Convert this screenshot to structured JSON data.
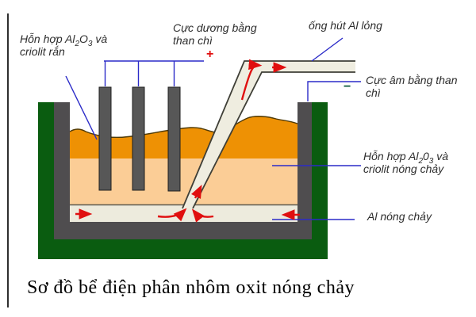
{
  "colors": {
    "shell_green": "#0a5c10",
    "lining_gray": "#4f4d4f",
    "crust_orange": "#ee9104",
    "crust_outline": "#4f3a06",
    "molten_mixture_peach": "#fbcd96",
    "molten_al_cream": "#edebdd",
    "molten_al_top_line": "#5d5b50",
    "tube_fill": "#efede0",
    "tube_outline": "#3f3f37",
    "electrode_gray": "#575757",
    "electrode_outline": "#1f1f1f",
    "annotation_blue": "#2b2bc8",
    "arrow_red": "#e00f0f",
    "minus_green": "#0d5c3e",
    "label_text": "#2d2d2d",
    "caption_text": "#000000"
  },
  "labels": {
    "solid_mixture": {
      "l1a": "Hỗn hợp Al",
      "l1sub1": "2",
      "l1b": "O",
      "l1sub2": "3",
      "l1c": " và",
      "line2": "criolit rắn"
    },
    "anode": {
      "line1": "Cực dương bằng",
      "line2": "than chì",
      "plus": "+"
    },
    "suction_tube": {
      "text": "ống hút Al lỏng"
    },
    "cathode": {
      "line1": "Cực âm bằng than",
      "line2": "chì",
      "minus": "−"
    },
    "molten_mixture": {
      "l1a": "Hỗn hợp Al",
      "l1sub1": "2",
      "l1b": "0",
      "l1sub2": "3",
      "l1c": " và",
      "line2": "criolit nóng chảy"
    },
    "molten_al": {
      "text": "Al nóng chảy"
    }
  },
  "caption": "Sơ đồ bể điện phân nhôm oxit nóng chảy"
}
